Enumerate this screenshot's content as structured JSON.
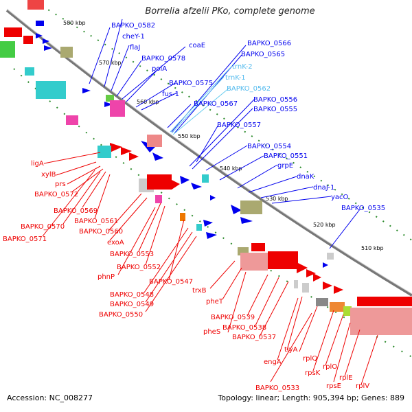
{
  "title": "Borrelia afzelii PKo, complete genome",
  "footer": {
    "accession": "Accession: NC_008277",
    "summary": "Topology: linear; Length: 905,394 bp; Genes: 889"
  },
  "colors": {
    "forward_gene": "#0000ee",
    "reverse_gene": "#ee0000",
    "rna_gene": "#66ccee",
    "backbone": "#888888",
    "tick": "#2a8a2a"
  },
  "kbp_marks": [
    "580 kbp",
    "570 kbp",
    "560 kbp",
    "550 kbp",
    "540 kbp",
    "530 kbp",
    "520 kbp",
    "510 kbp"
  ],
  "labels_blue": [
    "BAPKO_0582",
    "cheY-1",
    "flaJ",
    "BAPKO_0578",
    "coaE",
    "polA",
    "BAPKO_0566",
    "BAPKO_0565",
    "BAPKO_0575",
    "fus-1",
    "BAPKO_0567",
    "BAPKO_0556",
    "BAPKO_0555",
    "BAPKO_0557",
    "BAPKO_0554",
    "BAPKO_0551",
    "grpE",
    "dnaK",
    "dnaJ-1",
    "yacO",
    "BAPKO_0535"
  ],
  "labels_cyan": [
    "trnK-2",
    "trnK-1",
    "BAPKO_0562"
  ],
  "labels_red": [
    "ligA",
    "xylB",
    "prs",
    "BAPKO_0572",
    "BAPKO_0569",
    "BAPKO_0561",
    "BAPKO_0570",
    "BAPKO_0571",
    "BAPKO_0560",
    "exoA",
    "BAPKO_0553",
    "BAPKO_0552",
    "phnP",
    "BAPKO_0547",
    "BAPKO_0548",
    "BAPKO_0549",
    "BAPKO_0550",
    "trxB",
    "pheT",
    "pheS",
    "BAPKO_0539",
    "BAPKO_0538",
    "BAPKO_0537",
    "tlyA",
    "engA",
    "rplQ",
    "rpsK",
    "rplO",
    "rpsE",
    "rplE",
    "rplV",
    "BAPKO_0533"
  ]
}
